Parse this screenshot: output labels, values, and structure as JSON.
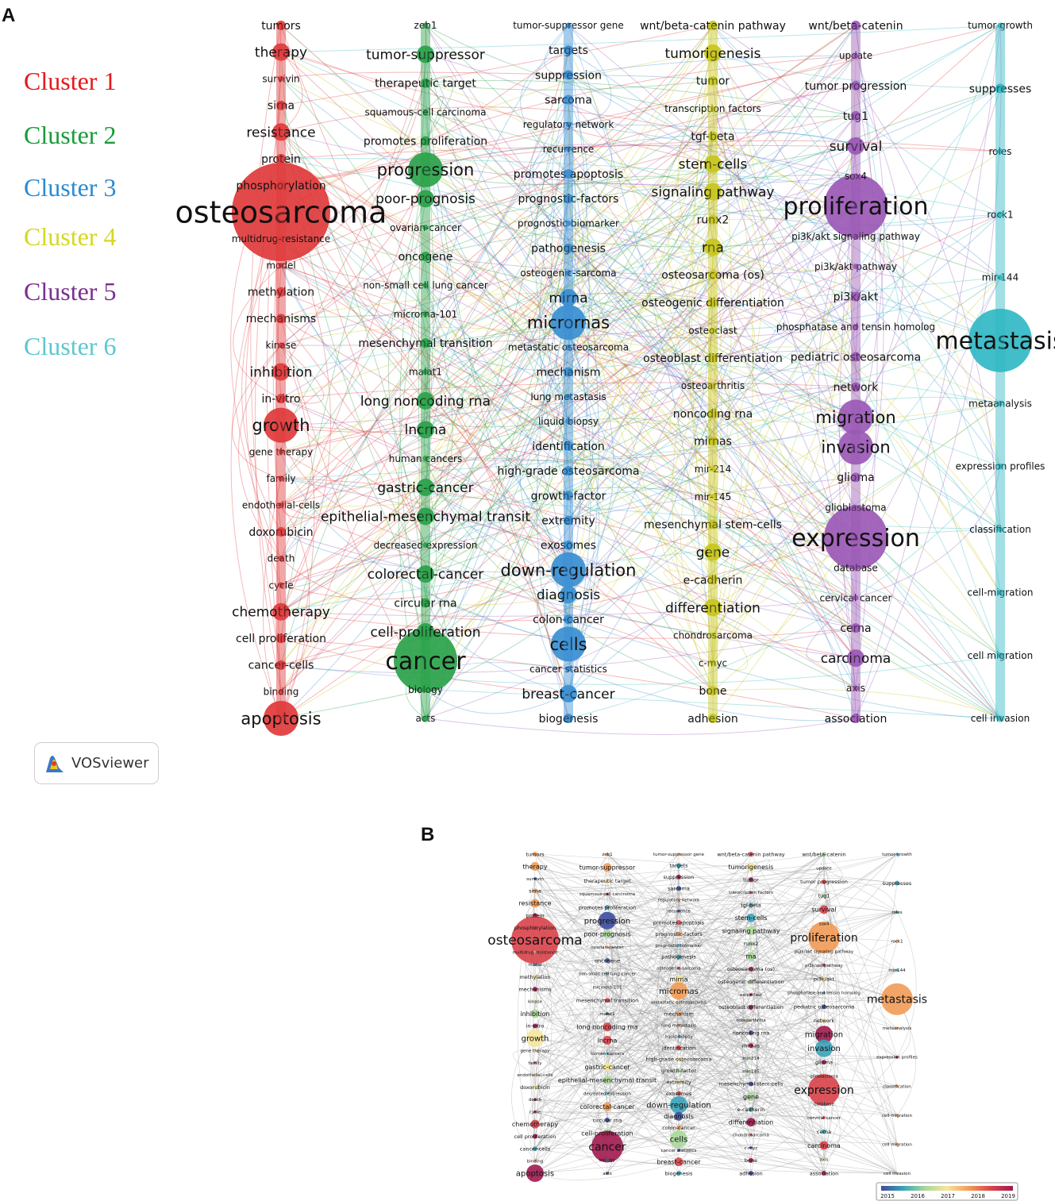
{
  "panels": {
    "a_label": "A",
    "b_label": "B"
  },
  "clusters": [
    {
      "label": "Cluster 1",
      "color": "#e31a1c"
    },
    {
      "label": "Cluster 2",
      "color": "#1a9a3a"
    },
    {
      "label": "Cluster 3",
      "color": "#2a8bd4"
    },
    {
      "label": "Cluster 4",
      "color": "#d7d723"
    },
    {
      "label": "Cluster 5",
      "color": "#7b2f8e"
    },
    {
      "label": "Cluster 6",
      "color": "#5cc8cf"
    }
  ],
  "node_colors": [
    "#e0393b",
    "#2aa24a",
    "#3a8fd2",
    "#c8c61c",
    "#9b59b6",
    "#31b9c4"
  ],
  "badge": {
    "text": "VOSviewer",
    "icon": "vosviewer-logo-icon"
  },
  "network": {
    "columns": [
      {
        "cluster": 1,
        "nodes": [
          [
            "tumors",
            1
          ],
          [
            "therapy",
            2
          ],
          [
            "survivin",
            0
          ],
          [
            "sirna",
            1
          ],
          [
            "resistance",
            2
          ],
          [
            "protein",
            1
          ],
          [
            "phosphorylation",
            1
          ],
          [
            "osteosarcoma",
            5
          ],
          [
            "multidrug-resistance",
            0
          ],
          [
            "model",
            0
          ],
          [
            "methylation",
            1
          ],
          [
            "mechanisms",
            1
          ],
          [
            "kinase",
            0
          ],
          [
            "inhibition",
            2
          ],
          [
            "in-vitro",
            1
          ],
          [
            "growth",
            3
          ],
          [
            "gene therapy",
            0
          ],
          [
            "family",
            0
          ],
          [
            "endothelial-cells",
            0
          ],
          [
            "doxorubicin",
            1
          ],
          [
            "death",
            0
          ],
          [
            "cycle",
            0
          ],
          [
            "chemotherapy",
            2
          ],
          [
            "cell proliferation",
            1
          ],
          [
            "cancer-cells",
            1
          ],
          [
            "binding",
            0
          ],
          [
            "apoptosis",
            3
          ]
        ]
      },
      {
        "cluster": 2,
        "nodes": [
          [
            "zeb1",
            0
          ],
          [
            "tumor-suppressor",
            2
          ],
          [
            "therapeutic target",
            1
          ],
          [
            "squamous-cell carcinoma",
            0
          ],
          [
            "promotes proliferation",
            1
          ],
          [
            "progression",
            3
          ],
          [
            "poor-prognosis",
            2
          ],
          [
            "ovarian-cancer",
            0
          ],
          [
            "oncogene",
            1
          ],
          [
            "non-small cell lung cancer",
            0
          ],
          [
            "microrna-101",
            0
          ],
          [
            "mesenchymal transition",
            1
          ],
          [
            "malat1",
            0
          ],
          [
            "long noncoding rna",
            2
          ],
          [
            "lncrna",
            2
          ],
          [
            "human cancers",
            0
          ],
          [
            "gastric-cancer",
            2
          ],
          [
            "epithelial-mesenchymal transit",
            2
          ],
          [
            "decreased expression",
            0
          ],
          [
            "colorectal-cancer",
            2
          ],
          [
            "circular rna",
            1
          ],
          [
            "cell-proliferation",
            2
          ],
          [
            "cancer",
            4
          ],
          [
            "biology",
            0
          ],
          [
            "acts",
            0
          ]
        ]
      },
      {
        "cluster": 3,
        "nodes": [
          [
            "tumor-suppressor gene",
            0
          ],
          [
            "targets",
            1
          ],
          [
            "suppression",
            1
          ],
          [
            "sarcoma",
            1
          ],
          [
            "regulatory network",
            0
          ],
          [
            "recurrence",
            0
          ],
          [
            "promotes apoptosis",
            1
          ],
          [
            "prognostic-factors",
            1
          ],
          [
            "prognostic biomarker",
            0
          ],
          [
            "pathogenesis",
            1
          ],
          [
            "osteogenic-sarcoma",
            0
          ],
          [
            "mirna",
            2
          ],
          [
            "micrornas",
            3
          ],
          [
            "metastatic osteosarcoma",
            0
          ],
          [
            "mechanism",
            1
          ],
          [
            "lung metastasis",
            0
          ],
          [
            "liquid biopsy",
            0
          ],
          [
            "identification",
            1
          ],
          [
            "high-grade osteosarcoma",
            1
          ],
          [
            "growth-factor",
            1
          ],
          [
            "extremity",
            1
          ],
          [
            "exosomes",
            1
          ],
          [
            "down-regulation",
            3
          ],
          [
            "diagnosis",
            2
          ],
          [
            "colon-cancer",
            1
          ],
          [
            "cells",
            3
          ],
          [
            "cancer statistics",
            0
          ],
          [
            "breast-cancer",
            2
          ],
          [
            "biogenesis",
            1
          ]
        ]
      },
      {
        "cluster": 4,
        "nodes": [
          [
            "wnt/beta-catenin pathway",
            1
          ],
          [
            "tumorigenesis",
            2
          ],
          [
            "tumor",
            1
          ],
          [
            "transcription factors",
            0
          ],
          [
            "tgf-beta",
            1
          ],
          [
            "stem-cells",
            2
          ],
          [
            "signaling pathway",
            2
          ],
          [
            "runx2",
            1
          ],
          [
            "rna",
            2
          ],
          [
            "osteosarcoma (os)",
            1
          ],
          [
            "osteogenic differentiation",
            1
          ],
          [
            "osteoclast",
            0
          ],
          [
            "osteoblast differentiation",
            1
          ],
          [
            "osteoarthritis",
            0
          ],
          [
            "noncoding rna",
            1
          ],
          [
            "mirnas",
            1
          ],
          [
            "mir-214",
            0
          ],
          [
            "mir-145",
            0
          ],
          [
            "mesenchymal stem-cells",
            1
          ],
          [
            "gene",
            2
          ],
          [
            "e-cadherin",
            1
          ],
          [
            "differentiation",
            2
          ],
          [
            "chondrosarcoma",
            0
          ],
          [
            "c-myc",
            0
          ],
          [
            "bone",
            1
          ],
          [
            "adhesion",
            1
          ]
        ]
      },
      {
        "cluster": 5,
        "nodes": [
          [
            "wnt/beta-catenin",
            1
          ],
          [
            "update",
            0
          ],
          [
            "tumor progression",
            1
          ],
          [
            "tug1",
            1
          ],
          [
            "survival",
            2
          ],
          [
            "sox4",
            0
          ],
          [
            "proliferation",
            4
          ],
          [
            "pi3k/akt signaling pathway",
            0
          ],
          [
            "pi3k/akt pathway",
            0
          ],
          [
            "pi3k/akt",
            1
          ],
          [
            "phosphatase and tensin homolog",
            0
          ],
          [
            "pediatric osteosarcoma",
            1
          ],
          [
            "network",
            1
          ],
          [
            "migration",
            3
          ],
          [
            "invasion",
            3
          ],
          [
            "glioma",
            1
          ],
          [
            "glioblastoma",
            0
          ],
          [
            "expression",
            4
          ],
          [
            "database",
            0
          ],
          [
            "cervical cancer",
            0
          ],
          [
            "cerna",
            1
          ],
          [
            "carcinoma",
            2
          ],
          [
            "axis",
            0
          ],
          [
            "association",
            1
          ]
        ]
      },
      {
        "cluster": 6,
        "nodes": [
          [
            "tumor growth",
            0
          ],
          [
            "suppresses",
            1
          ],
          [
            "roles",
            0
          ],
          [
            "rock1",
            0
          ],
          [
            "mir-144",
            0
          ],
          [
            "metastasis",
            4
          ],
          [
            "metaanalysis",
            0
          ],
          [
            "expression profiles",
            0
          ],
          [
            "classification",
            0
          ],
          [
            "cell-migration",
            0
          ],
          [
            "cell migration",
            0
          ],
          [
            "cell invasion",
            0
          ]
        ]
      }
    ]
  },
  "overlay": {
    "colorbar_ticks": [
      "2015",
      "2016",
      "2017",
      "2018",
      "2019"
    ],
    "colorbar_colors": [
      "#3f4b9e",
      "#3aa3b8",
      "#a8d89a",
      "#f7e59b",
      "#f29b57",
      "#d9434a",
      "#a01a4f"
    ]
  }
}
